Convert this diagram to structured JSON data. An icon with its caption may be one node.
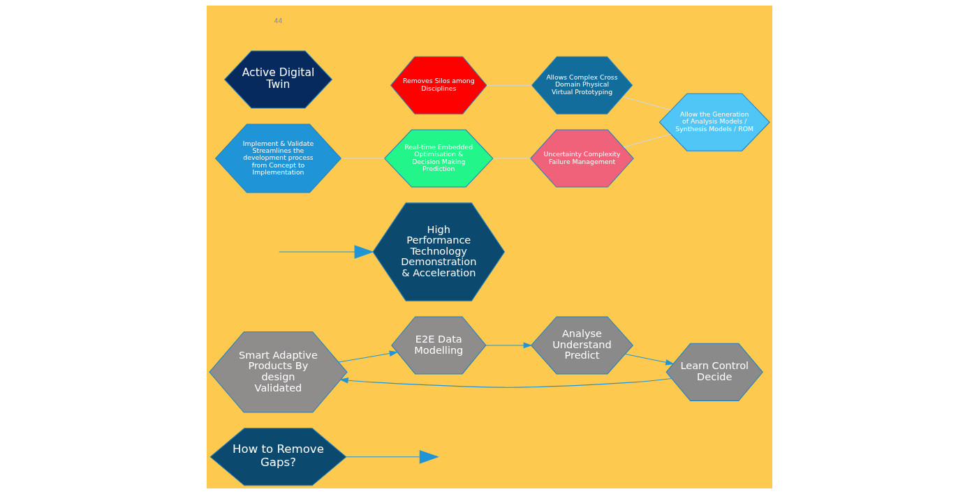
{
  "diagram": {
    "nodes": [
      {
        "text": [
          "How to Remove Gaps?"
        ]
      },
      {
        "text": [
          "Smart Adaptive Products By design Validated"
        ]
      },
      {
        "text": [
          "E2E Data Modelling"
        ]
      },
      {
        "text": [
          "High Performance Technology Demonstration & Acceleration"
        ]
      },
      {
        "text": [
          "Analyse Understand Predict"
        ]
      },
      {
        "text": [
          "Learn Control Decide"
        ]
      },
      {
        "text": [
          "Removes Silos among Disciplines"
        ]
      },
      {
        "text": [
          "Implement & Validate",
          "Streamlines the development process from Concept to Implementation"
        ]
      },
      {
        "text": [
          "Allows Complex Cross Domain Physical Virtual Prototyping"
        ]
      },
      {
        "text": [
          "Active Digital Twin"
        ]
      },
      {
        "text": [
          "Real-time Embedded Optimisation & Decision Making Prediction"
        ]
      },
      {
        "text": [
          "Allow the Generation of Analysis Models / Synthesis Models / ROM"
        ]
      },
      {
        "text": [
          "Uncertainty Complexity Failure Management"
        ]
      }
    ],
    "edges": [
      {
        "from": 1,
        "to": 2,
        "arrow": "to"
      },
      {
        "from": 2,
        "to": 4,
        "arrow": "to"
      },
      {
        "from": 4,
        "to": 5,
        "arrow": "to"
      },
      {
        "from": 5,
        "to": 1,
        "arrow": "to"
      },
      {
        "from": 0,
        "to": null,
        "arrow": "to"
      },
      {
        "from": null,
        "to": 3,
        "arrow": "to"
      },
      {
        "from": 6,
        "to": 8,
        "arrow": "none",
        "color": "#c8d8ea"
      },
      {
        "from": 7,
        "to": 10,
        "arrow": "none",
        "color": "#c8d8ea"
      },
      {
        "from": 8,
        "to": 11,
        "arrow": "none",
        "color": "#c8d8ea"
      },
      {
        "from": 10,
        "to": 12,
        "arrow": "none",
        "color": "#c8d8ea"
      },
      {
        "from": 12,
        "to": 11,
        "arrow": "none",
        "color": "#c8d8ea"
      }
    ],
    "labels": [
      "44"
    ]
  }
}
